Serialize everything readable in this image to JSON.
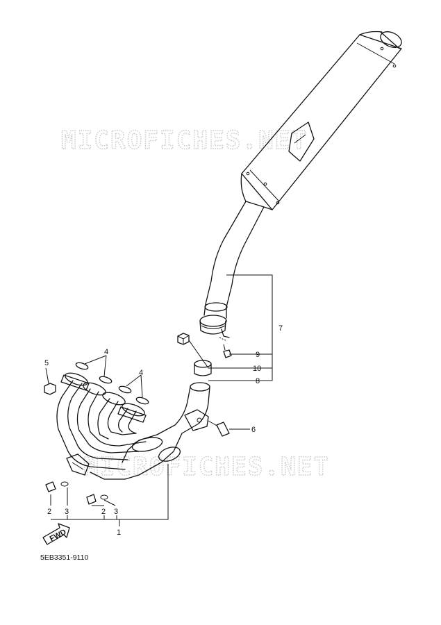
{
  "watermarks": [
    "MICROFICHES.NET",
    "MICROFICHES.NET"
  ],
  "callouts": [
    "1",
    "2",
    "3",
    "2",
    "3",
    "4",
    "4",
    "5",
    "6",
    "7",
    "8",
    "9",
    "10"
  ],
  "fwd_label": "FWD",
  "reference_code": "5EB3351-9110"
}
